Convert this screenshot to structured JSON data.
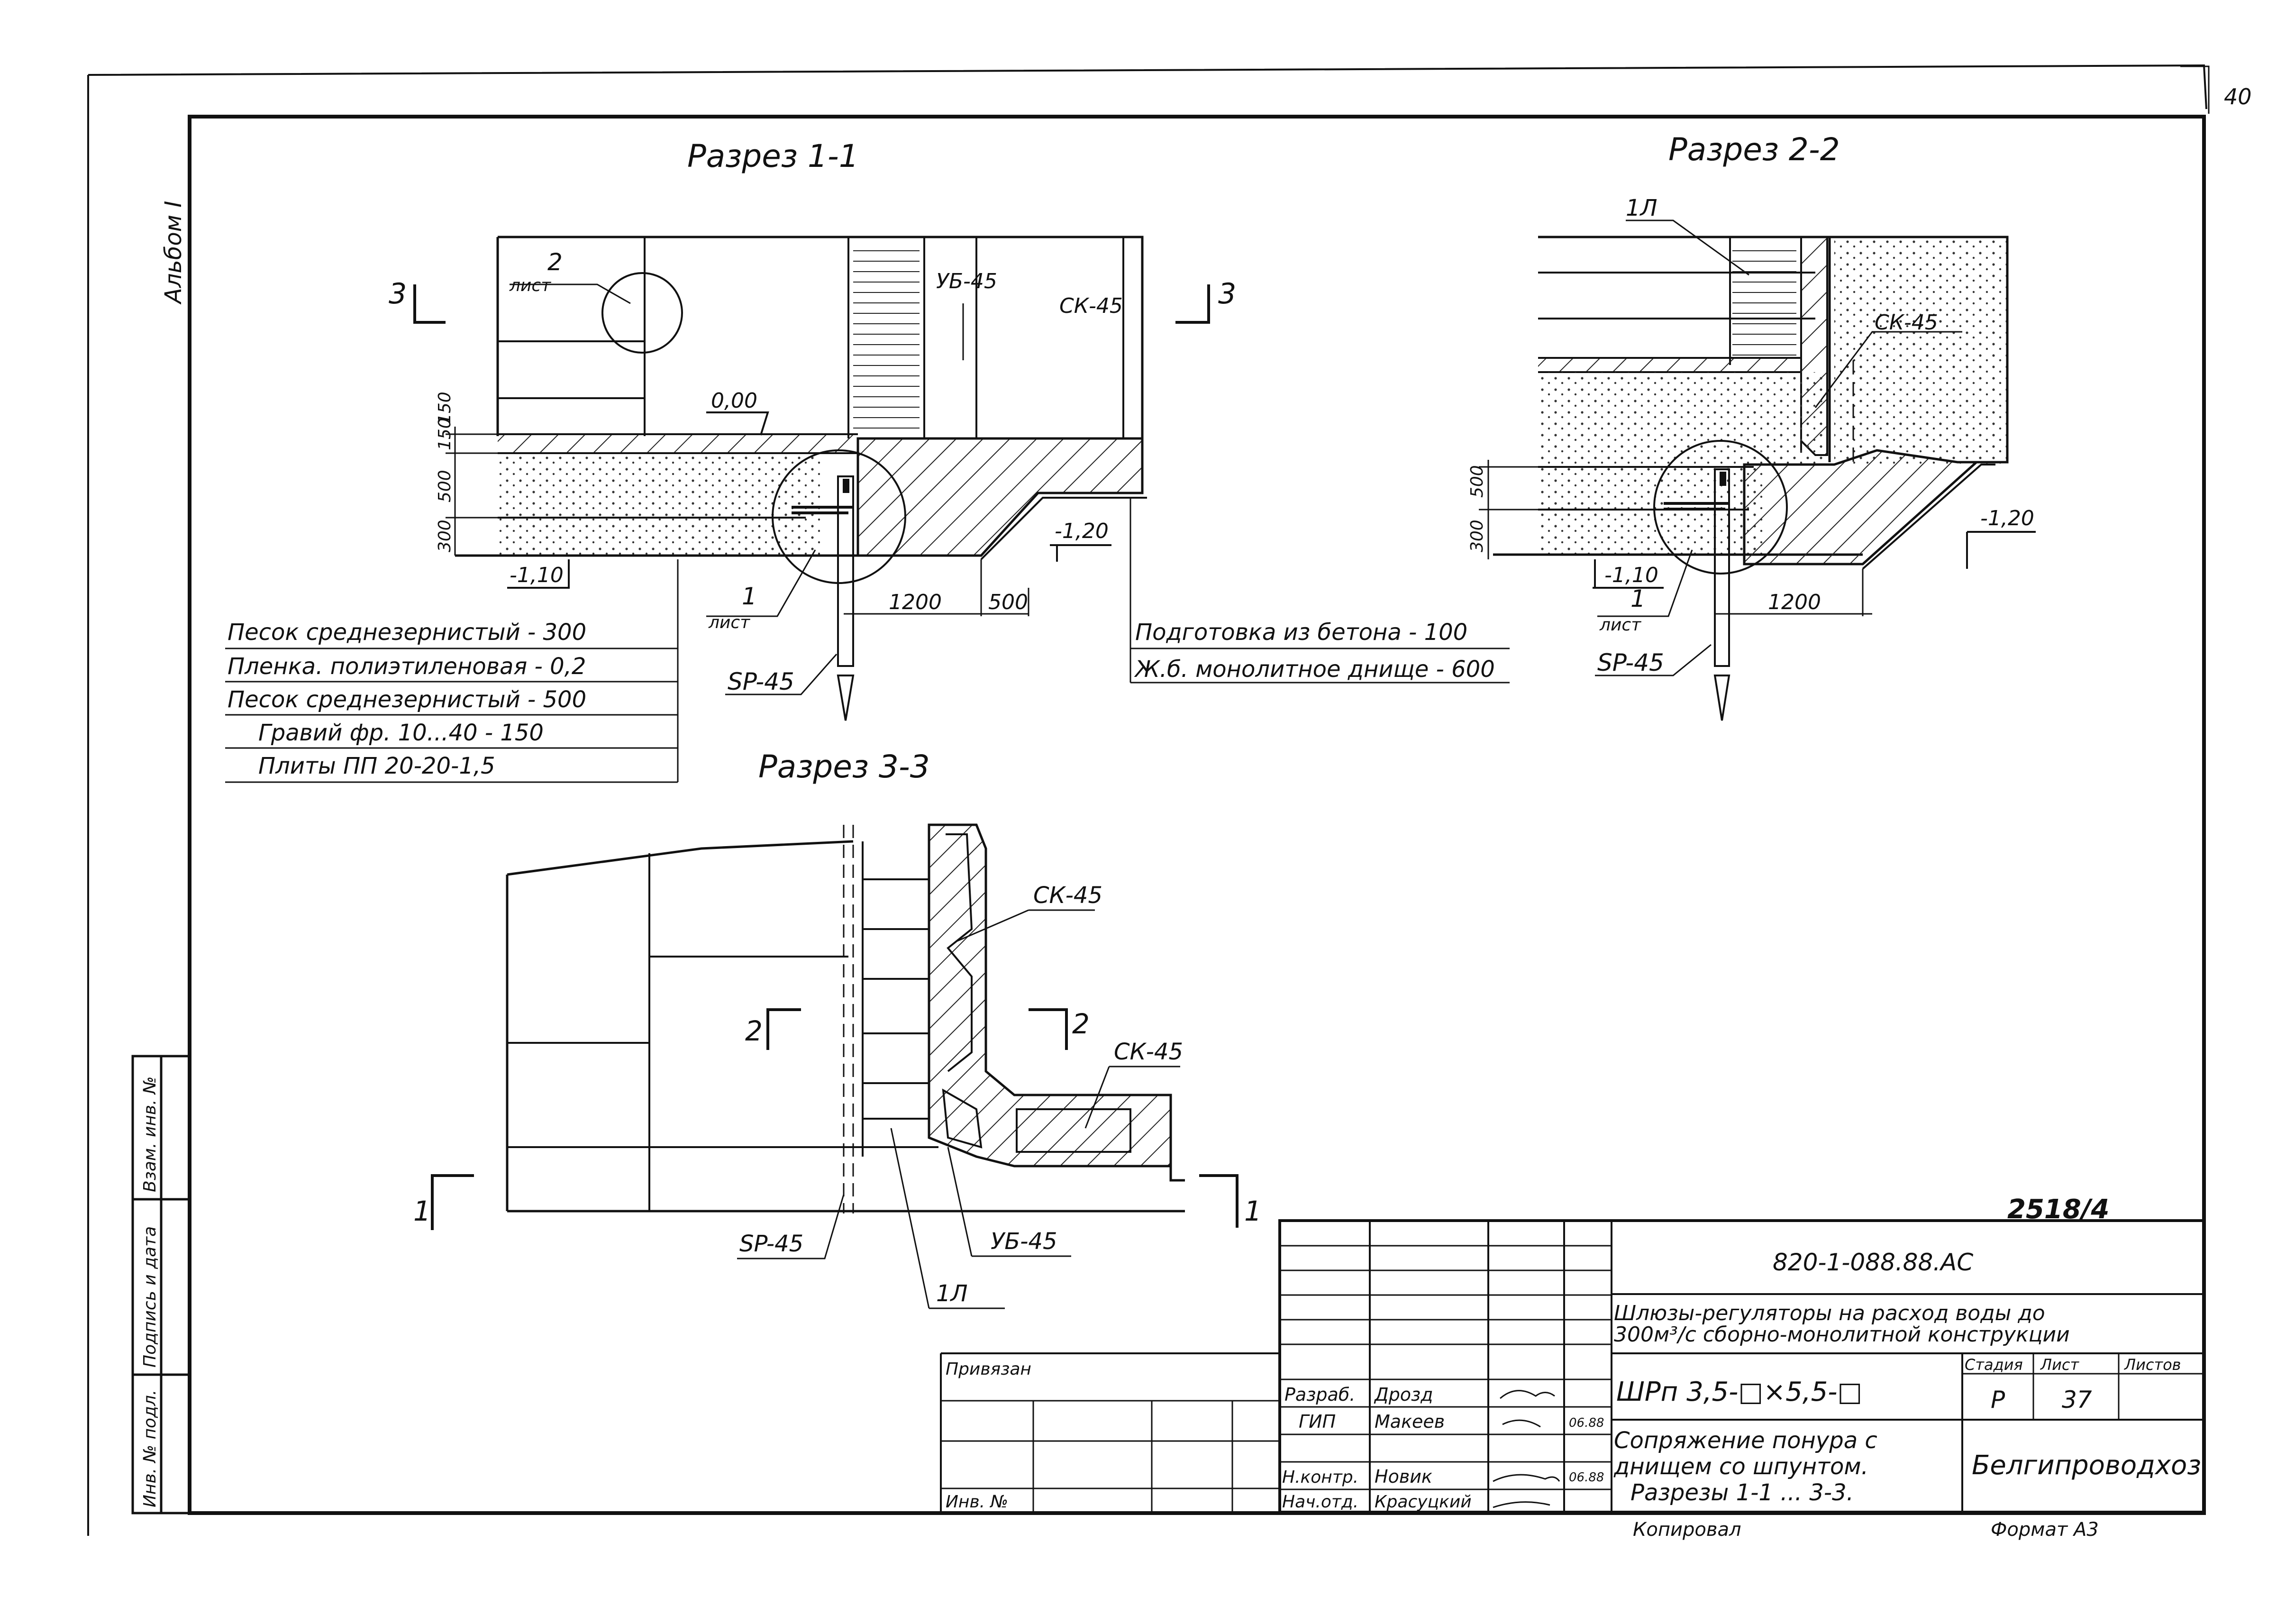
{
  "page_number": "40",
  "album_label": "Альбом I",
  "sections": {
    "s1_title": "Разрез 1-1",
    "s2_title": "Разрез 2-2",
    "s3_title": "Разрез 3-3"
  },
  "section1": {
    "mark_left": "3",
    "mark_right": "3",
    "sheet_ref_top_num": "2",
    "sheet_ref_top_word": "лист",
    "ub": "УБ-45",
    "sk": "СК-45",
    "level_0": "0,00",
    "level_minus_110": "-1,10",
    "level_minus_120": "-1,20",
    "dims_left": [
      "150",
      "150",
      "500",
      "300"
    ],
    "dim_1200": "1200",
    "dim_500": "500",
    "sheet_ref_bottom_num": "1",
    "sheet_ref_bottom_word": "лист",
    "sp": "SP-45",
    "layers_left": [
      "Песок среднезернистый - 300",
      "Пленка. полиэтиленовая - 0,2",
      "Песок среднезернистый - 500",
      "Гравий фр. 10...40 - 150",
      "Плиты ПП 20-20-1,5"
    ],
    "layers_right": [
      "Подготовка из бетона - 100",
      "Ж.б. монолитное днище - 600"
    ]
  },
  "section2": {
    "ref_1l": "1Л",
    "sk": "СК-45",
    "dims_left": [
      "500",
      "300"
    ],
    "level_minus_110": "-1,10",
    "level_minus_120": "-1,20",
    "dim_1200": "1200",
    "sheet_ref_num": "1",
    "sheet_ref_word": "лист",
    "sp": "SP-45"
  },
  "section3": {
    "sk_top": "СК-45",
    "sk_mid": "СК-45",
    "mark2_left": "2",
    "mark2_right": "2",
    "mark1_left": "1",
    "mark1_right": "1",
    "sp": "SP-45",
    "ub": "УБ-45",
    "ref_1l": "1Л"
  },
  "stamp": {
    "inventory_number": "2518/4",
    "doc_code": "820-1-088.88.АС",
    "project_title_1": "Шлюзы-регуляторы на расход воды до",
    "project_title_2": "300м³/с сборно-монолитной конструкции",
    "mark_designation": "ШРп 3,5-□×5,5-□",
    "stage_header": "Стадия",
    "sheet_header": "Лист",
    "sheets_header": "Листов",
    "stage_value": "Р",
    "sheet_value": "37",
    "sheet_title_1": "Сопряжение понура с",
    "sheet_title_2": "днищем со шпунтом.",
    "sheet_title_3": "Разрезы 1-1 ... 3-3.",
    "organization": "Белгипроводхоз",
    "roles": [
      "Разраб.",
      "ГИП",
      "Н.контр.",
      "Нач.отд."
    ],
    "names": [
      "Дрозд",
      "Макеев",
      "Новик",
      "Красуцкий"
    ],
    "dates": [
      "06.88",
      "06.88"
    ],
    "privyazan": "Привязан",
    "inv_no": "Инв. №",
    "copied": "Копировал",
    "format": "Формат А3"
  },
  "side_stamp": {
    "inv_podl": "Инв. № подл.",
    "podpis": "Подпись и дата",
    "vzam": "Взам. инв. №"
  }
}
